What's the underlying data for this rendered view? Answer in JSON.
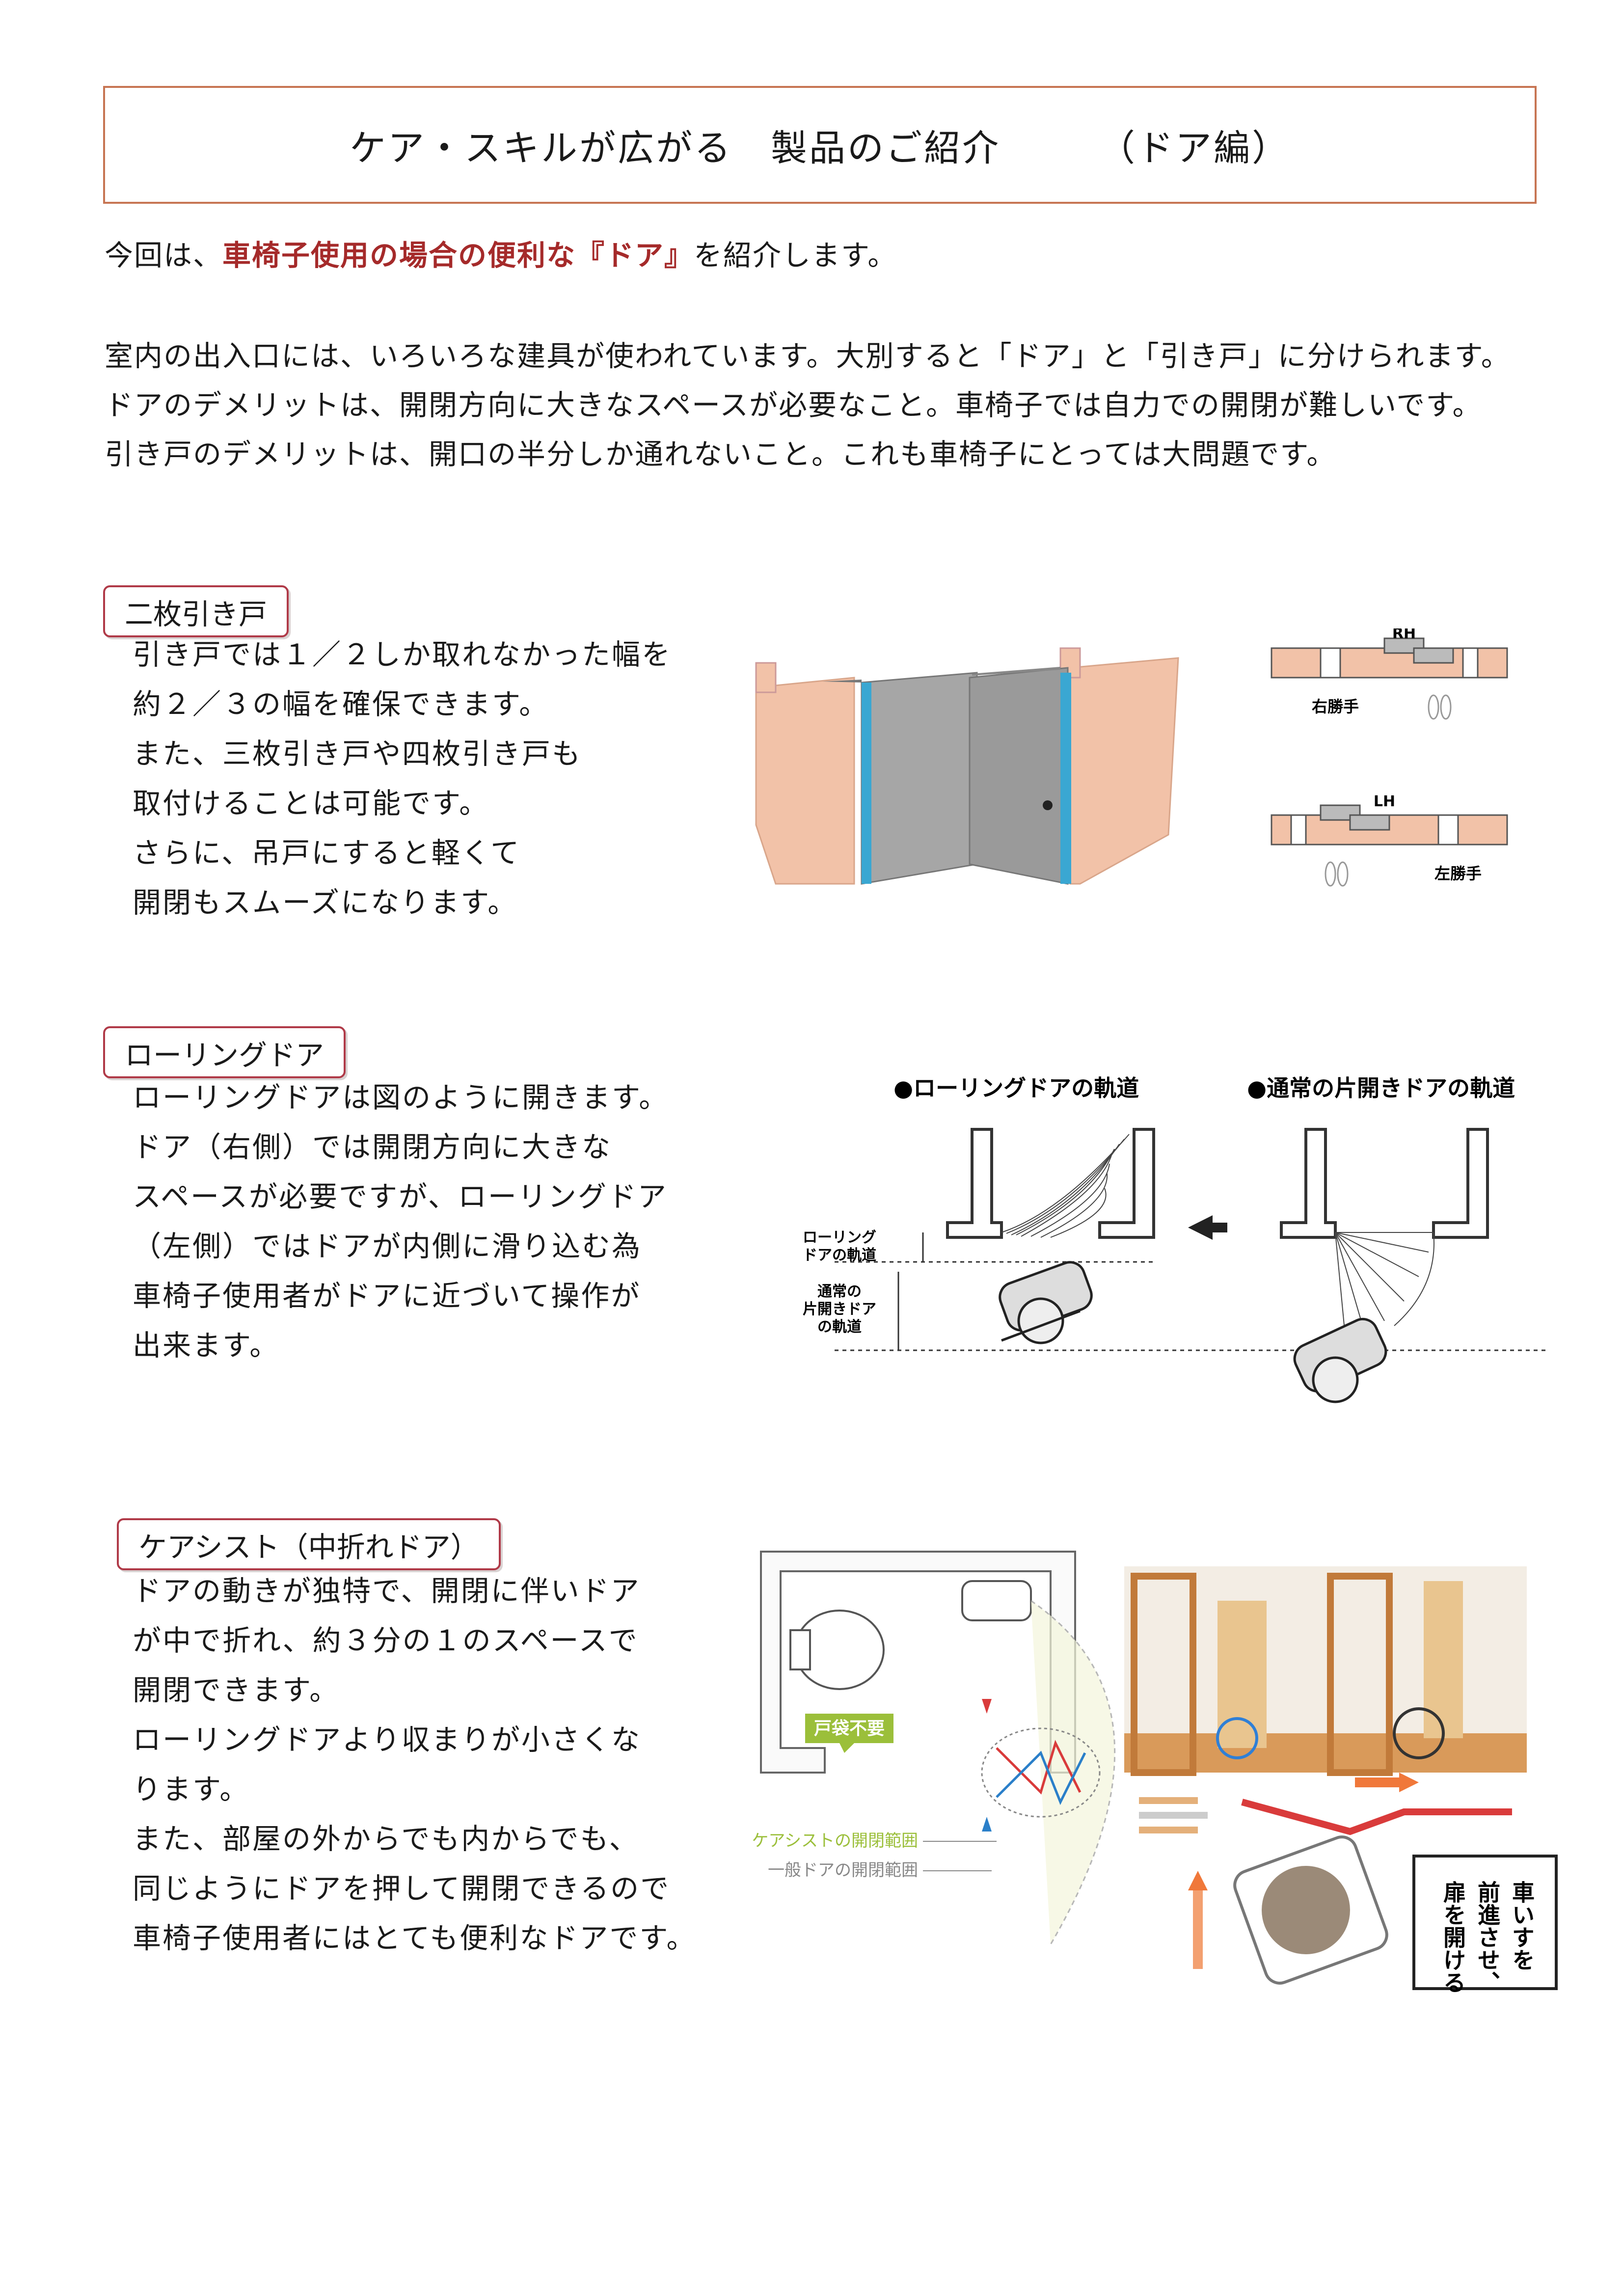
{
  "title": {
    "main": "ケア・スキルが広がる　製品のご紹介",
    "sub": "（ドア編）"
  },
  "intro": {
    "line1_pre": "今回は、",
    "line1_highlight": "車椅子使用の場合の便利な『ドア』",
    "line1_post": "を紹介します。",
    "para": [
      "室内の出入口には、いろいろな建具が使われています。大別すると「ドア」と「引き戸」に分けられます。",
      "ドアのデメリットは、開閉方向に大きなスペースが必要なこと。車椅子では自力での開閉が難しいです。",
      "引き戸のデメリットは、開口の半分しか通れないこと。これも車椅子にとっては大問題です。"
    ]
  },
  "sections": [
    {
      "tag": "二枚引き戸",
      "lines": [
        "引き戸では１／２しか取れなかった幅を",
        "約２／３の幅を確保できます。",
        "また、三枚引き戸や四枚引き戸も",
        "取付けることは可能です。",
        "さらに、吊戸にすると軽くて",
        "開閉もスムーズになります。"
      ],
      "figure": {
        "rh": "RH",
        "rh_label": "右勝手",
        "lh": "LH",
        "lh_label": "左勝手"
      }
    },
    {
      "tag": "ローリングドア",
      "lines": [
        "ローリングドアは図のように開きます。",
        "ドア（右側）では開閉方向に大きな",
        "スペースが必要ですが、ローリングドア",
        "（左側）ではドアが内側に滑り込む為",
        "車椅子使用者がドアに近づいて操作が",
        "出来ます。"
      ],
      "figure": {
        "left_title": "●ローリングドアの軌道",
        "right_title": "●通常の片開きドアの軌道",
        "label_rolling": [
          "ローリング",
          "ドアの軌道"
        ],
        "label_normal": [
          "通常の",
          "片開きドア",
          "の軌道"
        ]
      }
    },
    {
      "tag": "ケアシスト（中折れドア）",
      "lines": [
        "ドアの動きが独特で、開閉に伴いドア",
        "が中で折れ、約３分の１のスペースで",
        "開閉できます。",
        "ローリングドアより収まりが小さくな",
        "ります。",
        "また、部屋の外からでも内からでも、",
        "同じようにドアを押して開閉できるので",
        "車椅子使用者にはとても便利なドアです。"
      ],
      "figure": {
        "badge": "戸袋不要",
        "legend_carist": "ケアシストの開閉範囲",
        "legend_normal": "一般ドアの開閉範囲",
        "callout": [
          "車いすを",
          "前進させ、",
          "扉を開ける"
        ]
      }
    }
  ],
  "colors": {
    "title_border": "#c77553",
    "tag_border": "#b03a48",
    "highlight": "#a52a2a",
    "wall": "#f2c2a8",
    "frame": "#3aa7d2",
    "door": "#9c9c9c"
  }
}
